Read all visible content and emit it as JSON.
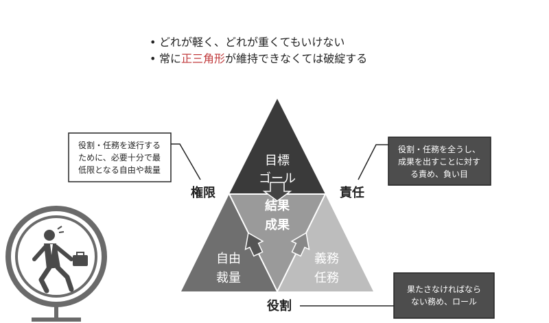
{
  "bullets": {
    "line1": "どれが軽く、どれが重くてもいけない",
    "line2_pre": "常に",
    "line2_emph": "正三角形",
    "line2_post": "が維持できなくては破綻する"
  },
  "triangle": {
    "top_label_1": "目標",
    "top_label_2": "ゴール",
    "center_label_1": "結果",
    "center_label_2": "成果",
    "left_label_1": "自由",
    "left_label_2": "裁量",
    "right_label_1": "義務",
    "right_label_2": "任務"
  },
  "sides": {
    "left": "権限",
    "right": "責任",
    "bottom": "役割"
  },
  "callouts": {
    "authority": [
      "役割・任務を遂行する",
      "ために、必要十分で最",
      "低限となる自由や裁量"
    ],
    "responsibility": [
      "役割・任務を全うし、",
      "成果を出すことに対す",
      "る責め、負い目"
    ],
    "role": [
      "果たさなければなら",
      "ない務め、ロール"
    ]
  },
  "colors": {
    "top": "#3a3a3a",
    "left": "#6f6f6f",
    "center": "#9a9a9a",
    "right": "#bdbdbd",
    "callout_dark": "#4d4d4d",
    "emphasis": "#c0393b"
  },
  "icons": {
    "illustration": "businessman-running-in-hamster-wheel-icon",
    "arrows": "down-arrow-icon, up-arrow-icon"
  }
}
